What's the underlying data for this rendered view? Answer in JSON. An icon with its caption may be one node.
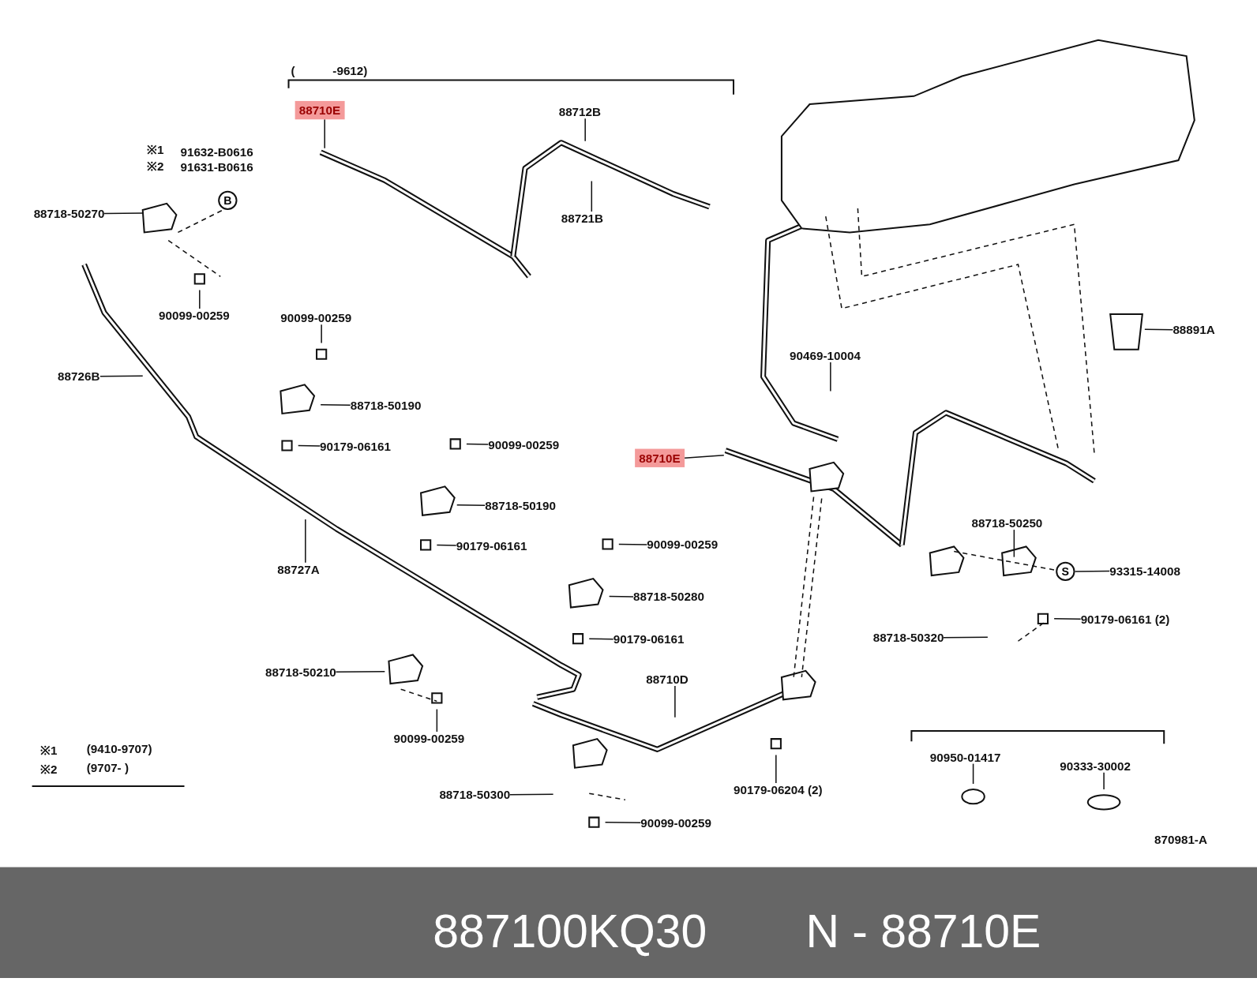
{
  "diagram": {
    "nodes": [
      {
        "text": [
          "88710E"
        ]
      },
      {
        "text": [
          "88712B"
        ]
      },
      {
        "text": [
          "88721B"
        ]
      },
      {
        "text": [
          "88718-50270"
        ]
      },
      {
        "text": [
          "B"
        ]
      },
      {
        "text": [
          "90099-00259"
        ]
      },
      {
        "text": [
          "88726B"
        ]
      },
      {
        "text": [
          "90099-00259"
        ]
      },
      {
        "text": [
          "88718-50190"
        ]
      },
      {
        "text": [
          "90179-06161"
        ]
      },
      {
        "text": [
          "90099-00259"
        ]
      },
      {
        "text": [
          "88718-50190"
        ]
      },
      {
        "text": [
          "90179-06161"
        ]
      },
      {
        "text": [
          "88727A"
        ]
      },
      {
        "text": [
          "90469-10004"
        ]
      },
      {
        "text": [
          "88891A"
        ]
      },
      {
        "text": [
          "88710E"
        ]
      },
      {
        "text": [
          "88718-50250"
        ]
      },
      {
        "text": [
          "S"
        ]
      },
      {
        "text": [
          "93315-14008"
        ]
      },
      {
        "text": [
          "90179-06161 (2)"
        ]
      },
      {
        "text": [
          "88718-50320"
        ]
      },
      {
        "text": [
          "90099-00259"
        ]
      },
      {
        "text": [
          "88718-50280"
        ]
      },
      {
        "text": [
          "90179-06161"
        ]
      },
      {
        "text": [
          "88718-50210"
        ]
      },
      {
        "text": [
          "90099-00259"
        ]
      },
      {
        "text": [
          "88710D"
        ]
      },
      {
        "text": [
          "90179-06204 (2)"
        ]
      },
      {
        "text": [
          "88718-50300"
        ]
      },
      {
        "text": [
          "90099-00259"
        ]
      },
      {
        "text": [
          "90950-01417"
        ]
      },
      {
        "text": [
          "90333-30002"
        ]
      }
    ],
    "edges": [
      {
        "from": 0,
        "to": null,
        "arrow": "none"
      },
      {
        "from": 1,
        "to": null,
        "arrow": "none"
      },
      {
        "from": 2,
        "to": null,
        "arrow": "none"
      },
      {
        "from": 3,
        "to": null,
        "arrow": "none"
      },
      {
        "from": 5,
        "to": null,
        "arrow": "none"
      },
      {
        "from": 6,
        "to": null,
        "arrow": "none"
      },
      {
        "from": 7,
        "to": null,
        "arrow": "none"
      },
      {
        "from": 8,
        "to": null,
        "arrow": "none"
      },
      {
        "from": 9,
        "to": null,
        "arrow": "none"
      },
      {
        "from": 10,
        "to": null,
        "arrow": "none"
      },
      {
        "from": 11,
        "to": null,
        "arrow": "none"
      },
      {
        "from": 12,
        "to": null,
        "arrow": "none"
      },
      {
        "from": 13,
        "to": null,
        "arrow": "none"
      },
      {
        "from": 14,
        "to": null,
        "arrow": "none"
      },
      {
        "from": 15,
        "to": null,
        "arrow": "none"
      },
      {
        "from": 16,
        "to": null,
        "arrow": "none"
      },
      {
        "from": 17,
        "to": null,
        "arrow": "none"
      },
      {
        "from": 19,
        "to": 18,
        "arrow": "none"
      },
      {
        "from": 20,
        "to": null,
        "arrow": "none"
      },
      {
        "from": 21,
        "to": null,
        "arrow": "none"
      },
      {
        "from": 22,
        "to": null,
        "arrow": "none"
      },
      {
        "from": 23,
        "to": null,
        "arrow": "none"
      },
      {
        "from": 24,
        "to": null,
        "arrow": "none"
      },
      {
        "from": 25,
        "to": null,
        "arrow": "none"
      },
      {
        "from": 26,
        "to": null,
        "arrow": "none"
      },
      {
        "from": 27,
        "to": null,
        "arrow": "none"
      },
      {
        "from": 28,
        "to": null,
        "arrow": "none"
      },
      {
        "from": 29,
        "to": null,
        "arrow": "none"
      },
      {
        "from": 30,
        "to": null,
        "arrow": "none"
      },
      {
        "from": 31,
        "to": null,
        "arrow": "none"
      },
      {
        "from": 32,
        "to": null,
        "arrow": "none"
      }
    ],
    "labels": [
      "(",
      "-9612)",
      "※1",
      "91632-B0616",
      "※2",
      "91631-B0616",
      "※1",
      "(9410-9707)",
      "※2",
      "(9707- )",
      "870981-A",
      "887100KQ30",
      "N - 88710E"
    ]
  }
}
